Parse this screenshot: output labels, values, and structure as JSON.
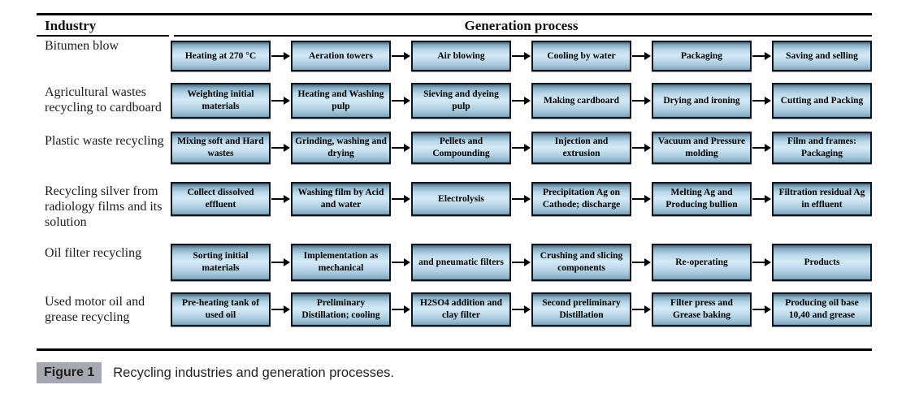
{
  "table": {
    "header": {
      "industry": "Industry",
      "process": "Generation process"
    },
    "rows": [
      {
        "industry": "Bitumen blow",
        "steps": [
          "Heating at 270 °C",
          "Aeration towers",
          "Air blowing",
          "Cooling by water",
          "Packaging",
          "Saving and selling"
        ]
      },
      {
        "industry": "Agricultural wastes recycling to cardboard",
        "steps": [
          "Weighting initial materials",
          "Heating and Washing pulp",
          "Sieving and dyeing pulp",
          "Making cardboard",
          "Drying and ironing",
          "Cutting and Packing"
        ]
      },
      {
        "industry": "Plastic waste recycling",
        "steps": [
          "Mixing soft and Hard wastes",
          "Grinding, washing and drying",
          "Pellets and Compounding",
          "Injection and extrusion",
          "Vacuum and Pressure molding",
          "Film and frames: Packaging"
        ]
      },
      {
        "industry": "Recycling silver from radiology films and its solution",
        "steps": [
          "Collect dissolved effluent",
          "Washing film by Acid and water",
          "Electrolysis",
          "Precipitation Ag on Cathode; discharge",
          "Melting Ag and Producing bullion",
          "Filtration residual Ag in effluent"
        ]
      },
      {
        "industry": "Oil filter recycling",
        "steps": [
          "Sorting initial materials",
          "Implementation as mechanical",
          "and pneumatic filters",
          "Crushing and slicing components",
          "Re-operating",
          "Products"
        ]
      },
      {
        "industry": "Used motor oil and grease recycling",
        "steps": [
          "Pre-heating tank of used oil",
          "Preliminary Distillation; cooling",
          "H2SO4 addition and clay filter",
          "Second preliminary Distillation",
          "Filter press and Grease baking",
          "Producing oil base 10,40 and grease"
        ]
      }
    ]
  },
  "caption": {
    "label": "Figure 1",
    "text": "Recycling industries and generation processes."
  },
  "colors": {
    "box_border": "#0e1520",
    "box_fill_light": "#d3e9f6",
    "box_fill_dark": "#49677b",
    "caption_badge": "#a7a7b1",
    "rule": "#000000"
  }
}
